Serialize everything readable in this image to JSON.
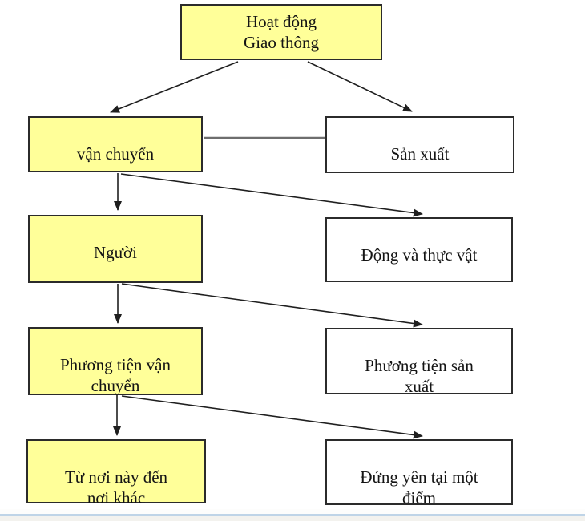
{
  "diagram": {
    "title": "Hoạt động Giao thông flowchart",
    "nodes": {
      "hoat_dong": {
        "label": "Hoạt động\nGiao thông",
        "fill": "#FFFF99"
      },
      "van_chuyen": {
        "label": "vận chuyển",
        "fill": "#FFFF99"
      },
      "san_xuat": {
        "label": "Sản xuất",
        "fill": "#FFFFFF"
      },
      "nguoi": {
        "label": "Người",
        "fill": "#FFFF99"
      },
      "dong_va_thuc_vat": {
        "label": "Động và thực vật",
        "fill": "#FFFFFF"
      },
      "phuong_tien_van_chuyen": {
        "label": "Phương tiện vận\nchuyển",
        "fill": "#FFFF99"
      },
      "phuong_tien_san_xuat": {
        "label": "Phương tiện sản\nxuất",
        "fill": "#FFFFFF"
      },
      "tu_noi_nay_den_noi_khac": {
        "label": "Từ nơi này đến\nnơi khác",
        "fill": "#FFFF99"
      },
      "dung_yen_tai_mot_diem": {
        "label": "Đứng yên tại một\nđiểm",
        "fill": "#FFFFFF"
      }
    },
    "edges": [
      {
        "from": "hoat_dong",
        "to": "van_chuyen",
        "type": "arrow"
      },
      {
        "from": "hoat_dong",
        "to": "san_xuat",
        "type": "arrow"
      },
      {
        "from": "van_chuyen",
        "to": "san_xuat",
        "type": "plain-line"
      },
      {
        "from": "van_chuyen",
        "to": "nguoi",
        "type": "arrow"
      },
      {
        "from": "van_chuyen",
        "to": "dong_va_thuc_vat",
        "type": "arrow"
      },
      {
        "from": "nguoi",
        "to": "phuong_tien_van_chuyen",
        "type": "arrow"
      },
      {
        "from": "nguoi",
        "to": "phuong_tien_san_xuat",
        "type": "arrow"
      },
      {
        "from": "phuong_tien_van_chuyen",
        "to": "tu_noi_nay_den_noi_khac",
        "type": "arrow"
      },
      {
        "from": "phuong_tien_van_chuyen",
        "to": "dung_yen_tai_mot_diem",
        "type": "arrow"
      }
    ],
    "colors": {
      "node_yellow": "#FFFF99",
      "node_white": "#FFFFFF",
      "node_border": "#2B2B2B",
      "arrow": "#1F1F1F",
      "connector_gray": "#6E6E6E",
      "bottom_line_blue": "#BFD4E7",
      "bottom_strip_gray": "#F3F2EE",
      "background": "#FFFFFF"
    }
  }
}
